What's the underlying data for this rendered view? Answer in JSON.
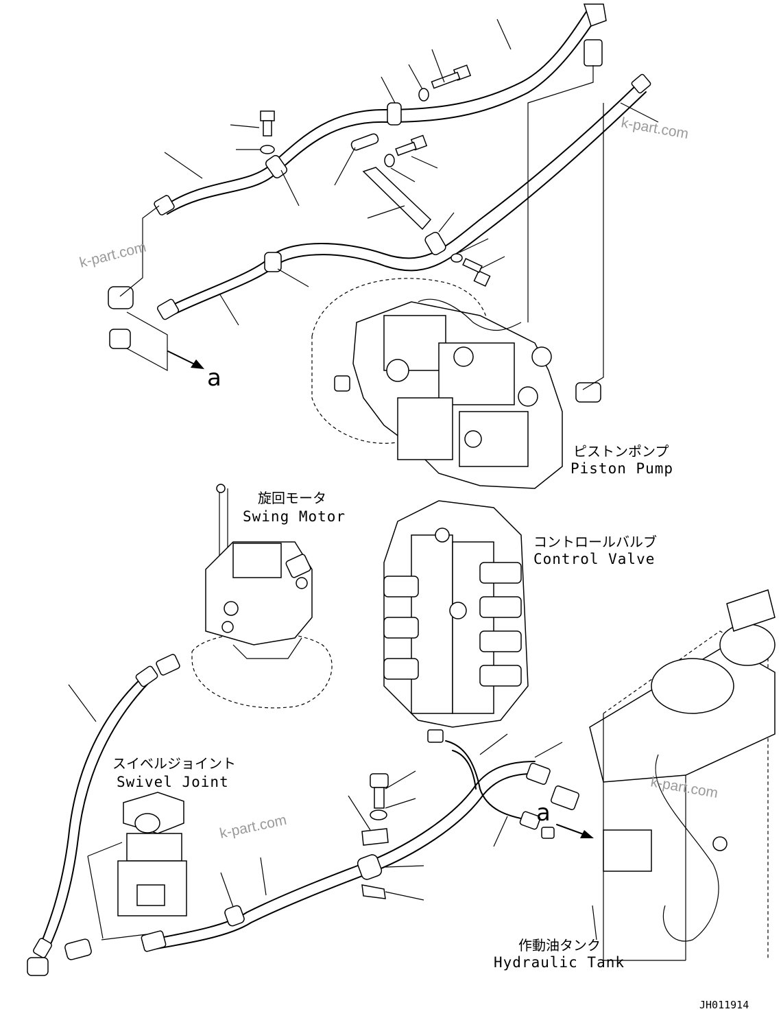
{
  "labels": {
    "piston_pump_jp": "ピストンポンプ",
    "piston_pump_en": "Piston Pump",
    "swing_motor_jp": "旋回モータ",
    "swing_motor_en": "Swing Motor",
    "control_valve_jp": "コントロールバルブ",
    "control_valve_en": "Control Valve",
    "swivel_joint_jp": "スイベルジョイント",
    "swivel_joint_en": "Swivel Joint",
    "hydraulic_tank_jp": "作動油タンク",
    "hydraulic_tank_en": "Hydraulic Tank"
  },
  "arrow_ref": "a",
  "watermark": "k-part.com",
  "drawing_code": "JH011914"
}
